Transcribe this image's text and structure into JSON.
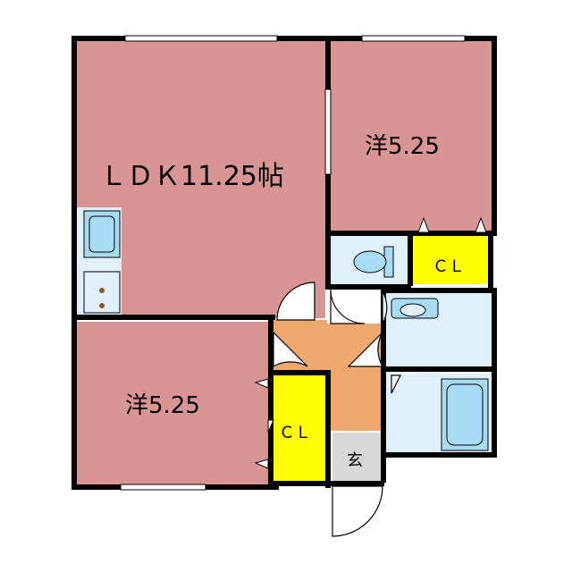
{
  "rooms": {
    "ldk": "ＬＤＫ11.25帖",
    "bedroom_east": "洋5.25",
    "bedroom_west": "洋5.25",
    "closet_north": "ＣＬ",
    "closet_south": "ＣＬ",
    "entrance": "玄"
  },
  "colors": {
    "room": "#d99594",
    "wet": "#dff0fb",
    "closet": "#ffff00",
    "hall": "#eea86e",
    "entrance": "#d8d8d8",
    "fixture": "#a8dcf5",
    "wall": "#000000"
  }
}
